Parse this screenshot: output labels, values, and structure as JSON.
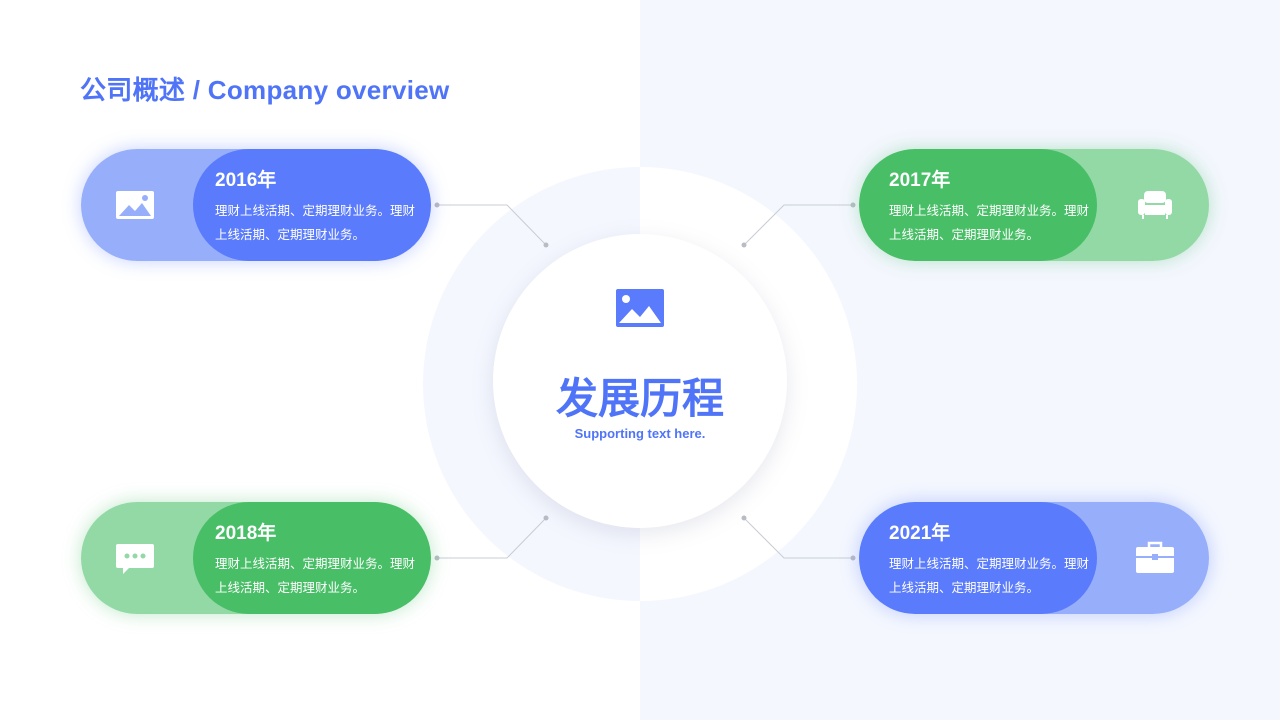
{
  "header": {
    "title": "公司概述 / Company overview"
  },
  "center": {
    "title": "发展历程",
    "subtitle": "Supporting text here.",
    "icon": "image-icon"
  },
  "milestones": [
    {
      "year": "2016年",
      "text": "理财上线活期、定期理财业务。理财上线活期、定期理财业务。",
      "icon": "image-icon",
      "color": "blue"
    },
    {
      "year": "2017年",
      "text": "理财上线活期、定期理财业务。理财上线活期、定期理财业务。",
      "icon": "sofa-icon",
      "color": "green"
    },
    {
      "year": "2018年",
      "text": "理财上线活期、定期理财业务。理财上线活期、定期理财业务。",
      "icon": "chat-icon",
      "color": "green"
    },
    {
      "year": "2021年",
      "text": "理财上线活期、定期理财业务。理财上线活期、定期理财业务。",
      "icon": "briefcase-icon",
      "color": "blue"
    }
  ],
  "colors": {
    "accent_blue": "#5a7bfb",
    "light_blue": "#97aefb",
    "accent_green": "#48be67",
    "light_green": "#93d9a5",
    "title_blue": "#4f74f7"
  }
}
